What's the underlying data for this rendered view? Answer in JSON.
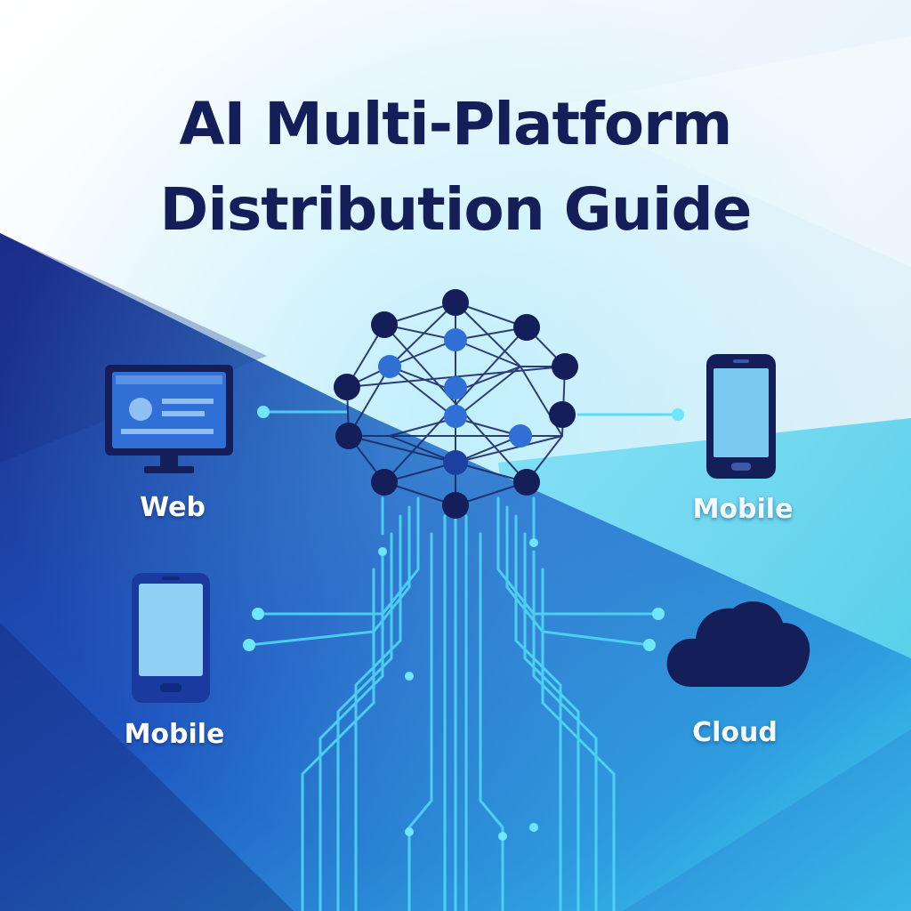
{
  "title": {
    "line1": "AI Multi-Platform",
    "line2": "Distribution Guide"
  },
  "platforms": [
    {
      "label": "Web",
      "icon": "monitor-icon"
    },
    {
      "label": "Mobile",
      "icon": "smartphone-icon"
    },
    {
      "label": "Mobile",
      "icon": "smartphone-icon"
    },
    {
      "label": "Cloud",
      "icon": "cloud-icon"
    }
  ],
  "hub": {
    "icon": "neural-network-icon"
  },
  "colors": {
    "title_text": "#141f5a",
    "deep_blue": "#1b3a9e",
    "cyan": "#3fd6ec",
    "node_dark": "#141f5a",
    "node_light": "#2f6fd6"
  }
}
